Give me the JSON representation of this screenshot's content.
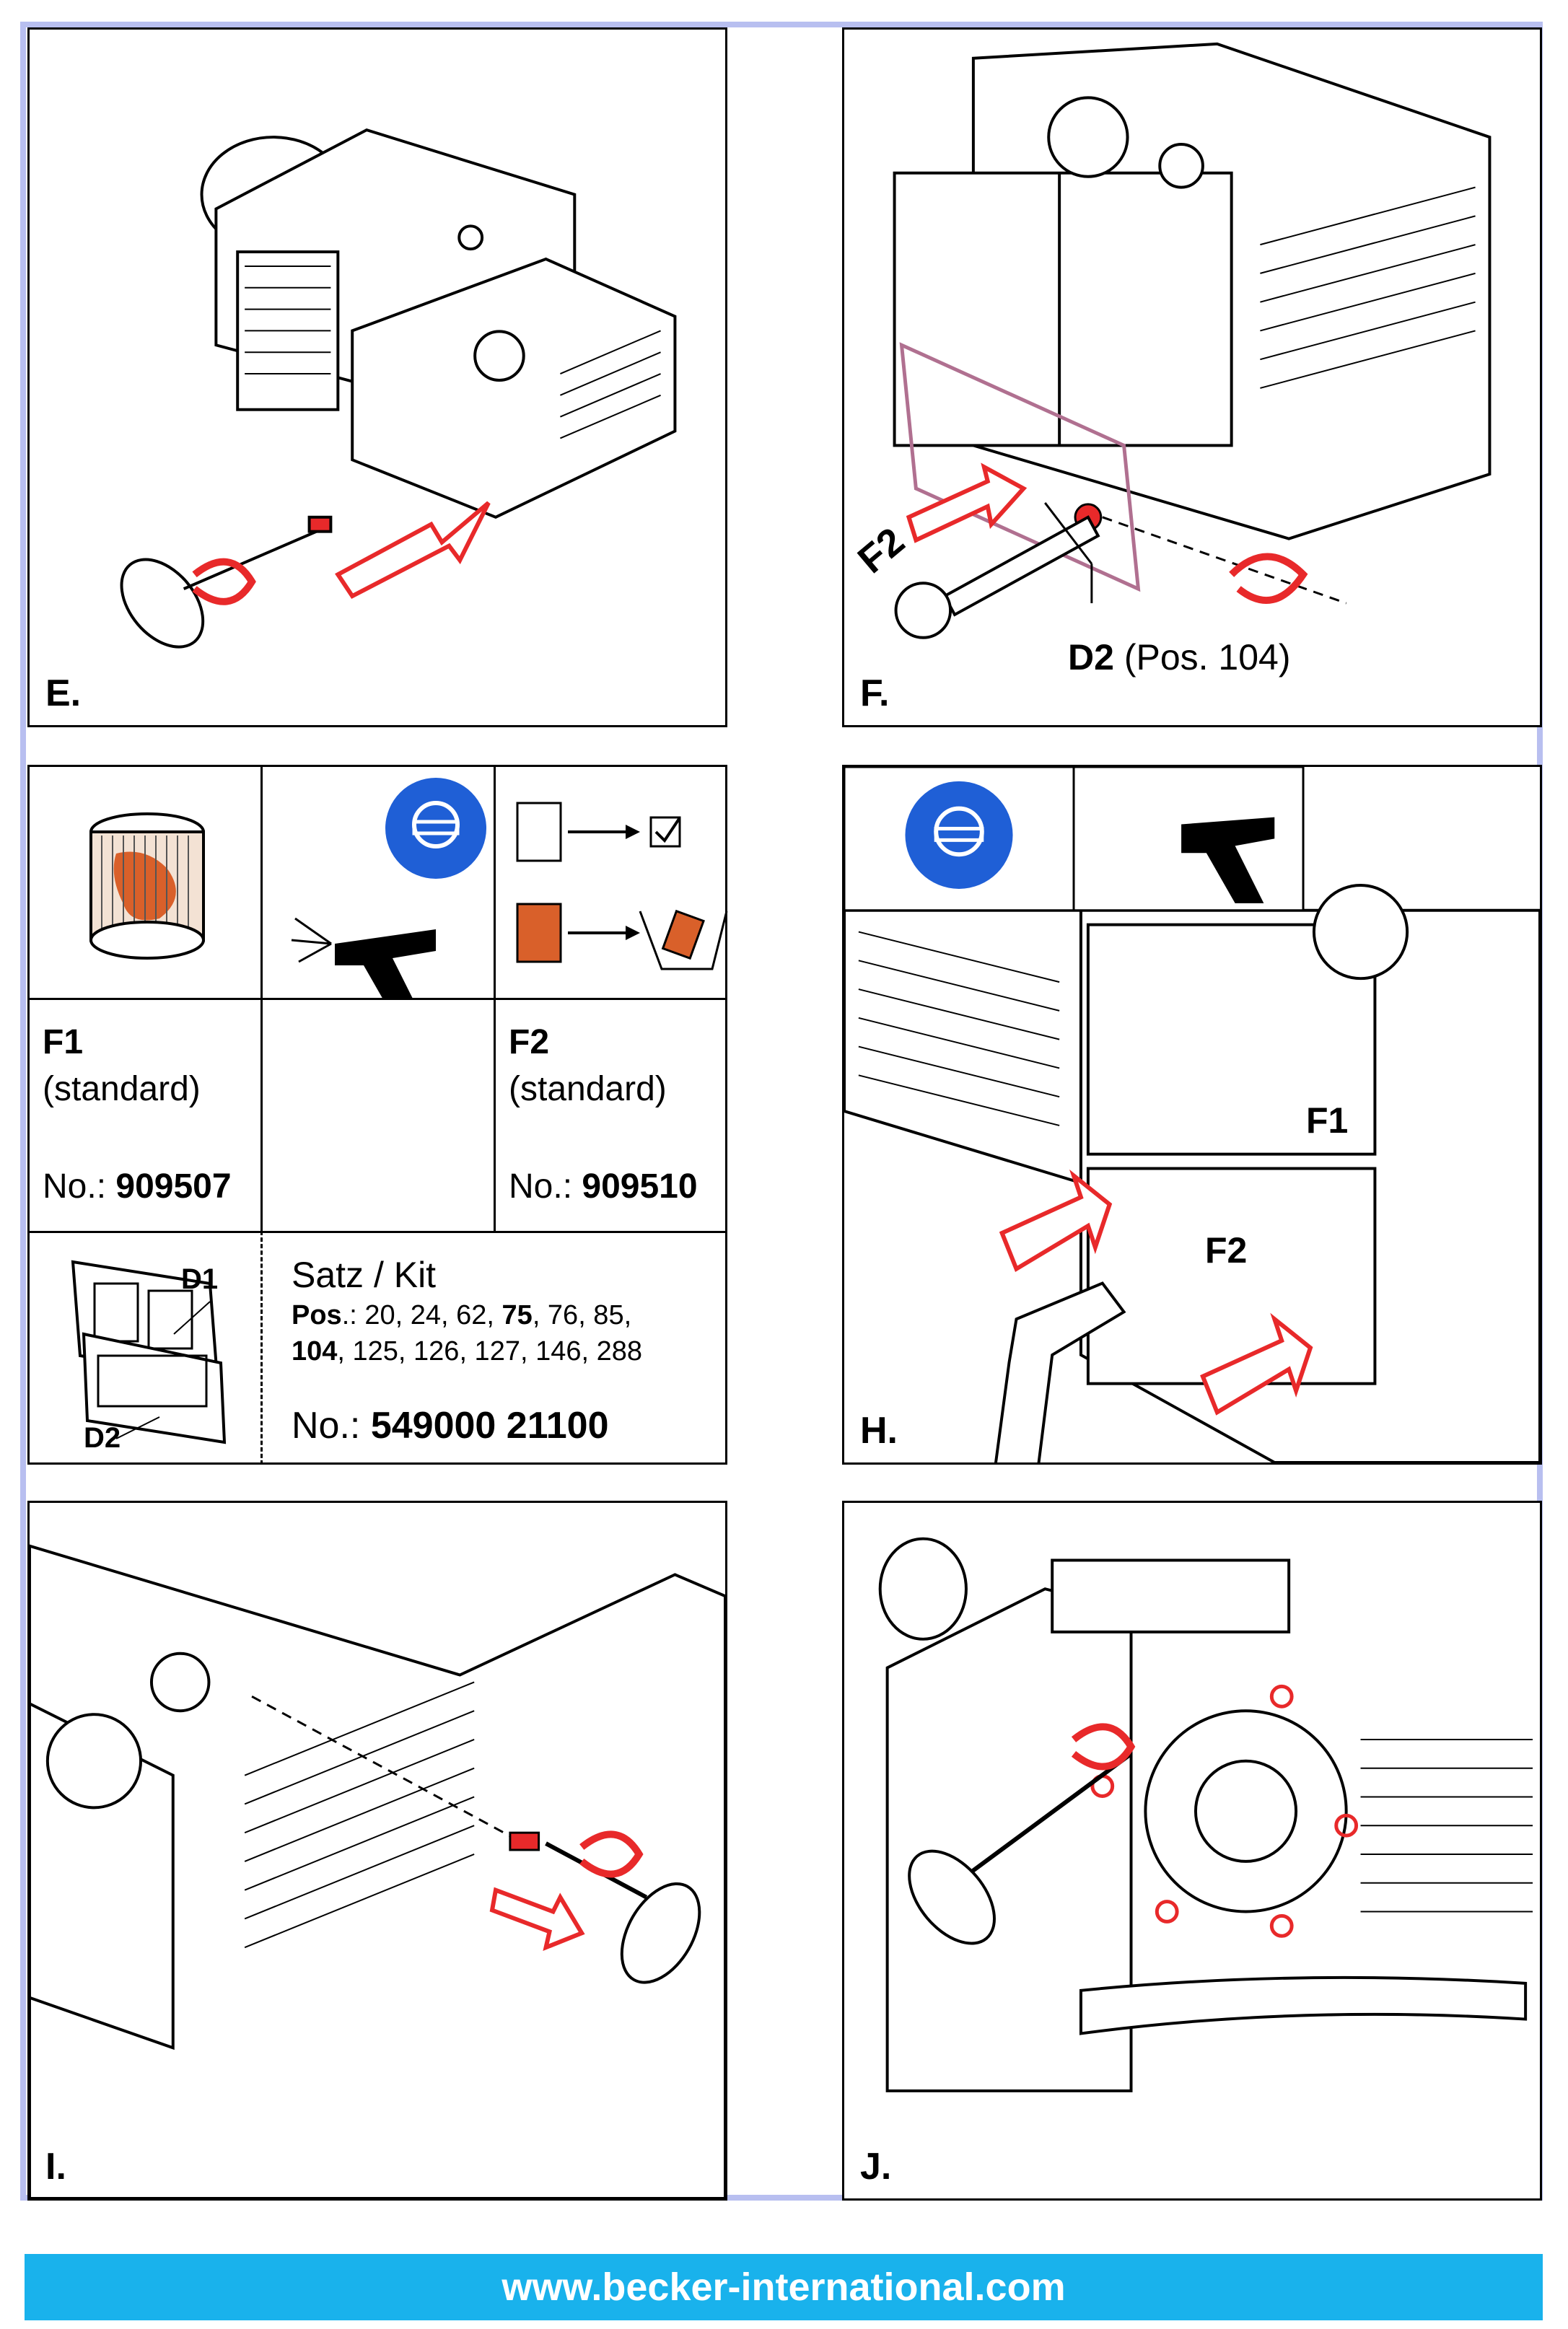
{
  "panels": {
    "e": {
      "label": "E."
    },
    "f": {
      "label": "F.",
      "f2_arrow": "F2",
      "d2_code": "D2",
      "d2_pos": "(Pos. 104)"
    },
    "h": {
      "label": "H.",
      "f1": "F1",
      "f2": "F2"
    },
    "i": {
      "label": "I."
    },
    "j": {
      "label": "J."
    }
  },
  "filters": {
    "f1": {
      "name": "F1",
      "type": "(standard)",
      "no_label": "No.:",
      "no_value": "909507"
    },
    "f2": {
      "name": "F2",
      "type": "(standard)",
      "no_label": "No.:",
      "no_value": "909510"
    }
  },
  "kit": {
    "d1": "D1",
    "d2": "D2",
    "title": "Satz / Kit",
    "pos_label": "Pos",
    "pos_line1_a": ".: 20, 24, 62, ",
    "pos_line1_b": "75",
    "pos_line1_c": ", 76, 85,",
    "pos_line2_a": "104",
    "pos_line2_b": ", 125, 126, 127, 146, 288",
    "no_label": "No.:",
    "no_value": "549000 21100"
  },
  "footer": {
    "url": "www.becker-international.com"
  },
  "colors": {
    "accent_red": "#e8292a",
    "safety_blue": "#1f5fd6",
    "footer_bg": "#19b2ec",
    "frame": "#b8bff0",
    "filter_orange": "#d9602a"
  }
}
